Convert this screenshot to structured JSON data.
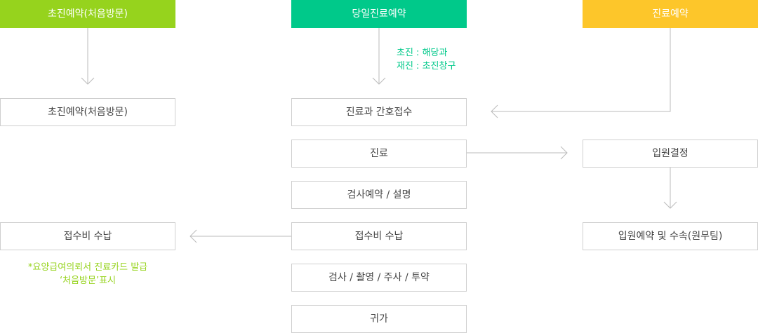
{
  "colors": {
    "green_light": "#96d31d",
    "green_teal": "#00c98a",
    "yellow": "#fdc62a",
    "line": "#bbbbbb",
    "border": "#cfcfcf"
  },
  "columns": {
    "first_visit": {
      "header": "초진예약(처음방문)",
      "steps": [
        "초진예약(처음방문)",
        "접수비 수납"
      ],
      "note_line1": "*요양급여의뢰서 진료카드 발급",
      "note_line2": "‘처음방문’표시"
    },
    "same_day": {
      "header": "당일진료예약",
      "note_line1": "초진 : 해당과",
      "note_line2": "재진 : 초진창구",
      "steps": [
        "진료과 간호접수",
        "진료",
        "검사예약 / 설명",
        "접수비 수납",
        "검사 / 촬영 / 주사 / 투약",
        "귀가"
      ]
    },
    "reservation": {
      "header": "진료예약",
      "steps": [
        "입원결정",
        "입원예약 및 수속(원무팀)"
      ]
    }
  }
}
